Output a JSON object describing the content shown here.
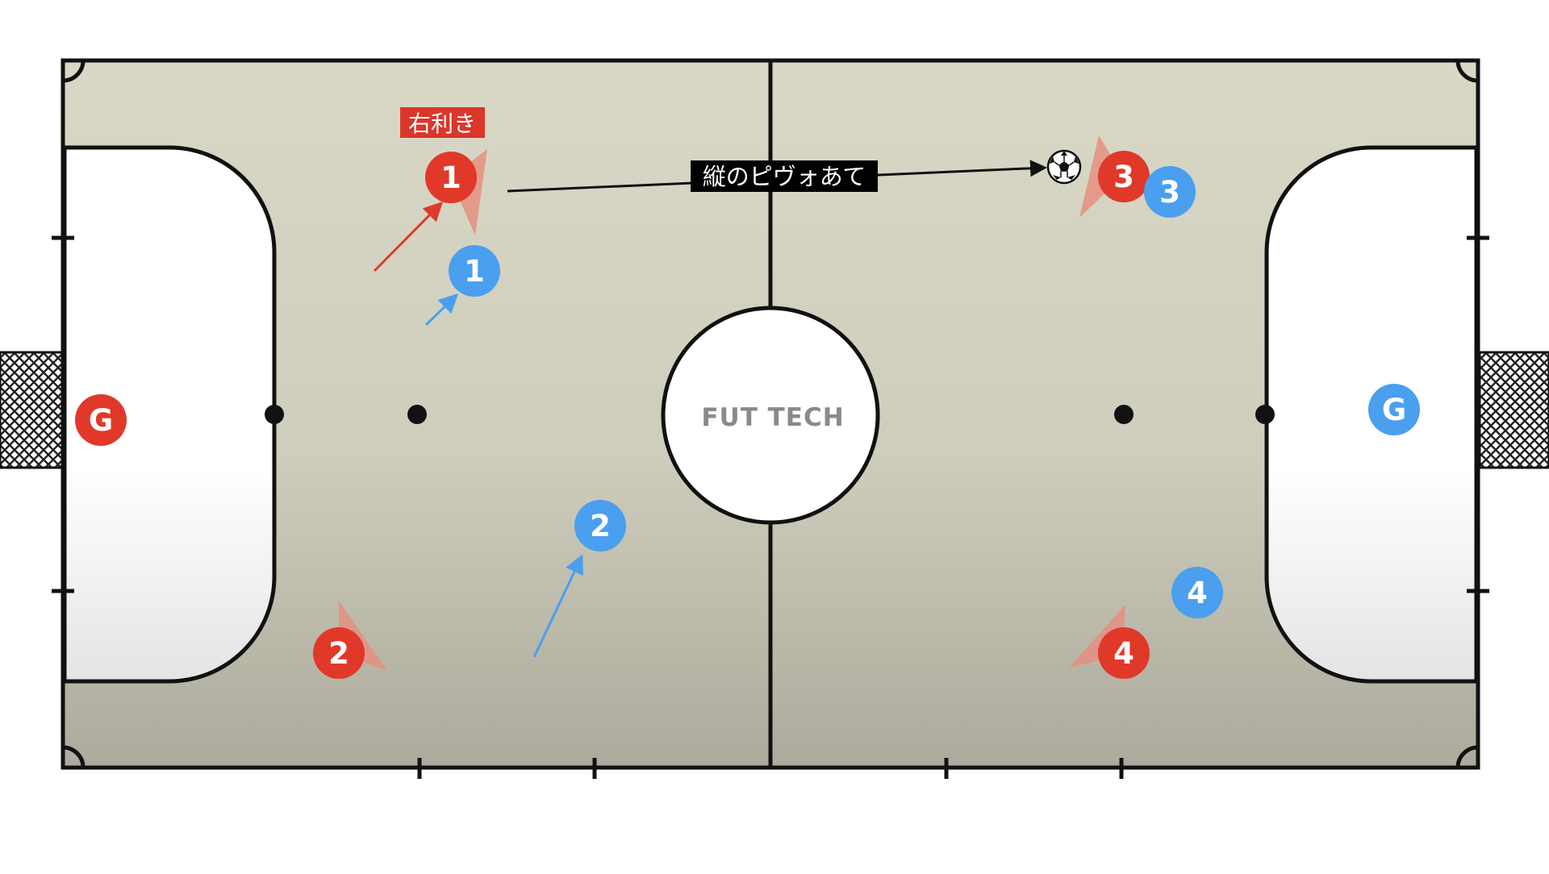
{
  "watermark": "FUT TECH",
  "annotations": {
    "right_footed": "右利き",
    "pass_label": "縦のピヴォあて"
  },
  "colors": {
    "team_red": "#E0392A",
    "team_blue": "#4A9FEF",
    "court_top": "#D9D8C6",
    "court_bottom": "#ACAA9C",
    "vision_cone": "#E58F80",
    "line": "#111111",
    "label_red_bg": "#D9372A",
    "label_dark_bg": "#000000"
  },
  "players": {
    "red_gk": "G",
    "red_1": "1",
    "red_2": "2",
    "red_3": "3",
    "red_4": "4",
    "blue_gk": "G",
    "blue_1": "1",
    "blue_2": "2",
    "blue_3": "3",
    "blue_4": "4"
  },
  "icons": {
    "ball": "soccer-ball-icon",
    "goal": "goal-net-icon"
  }
}
